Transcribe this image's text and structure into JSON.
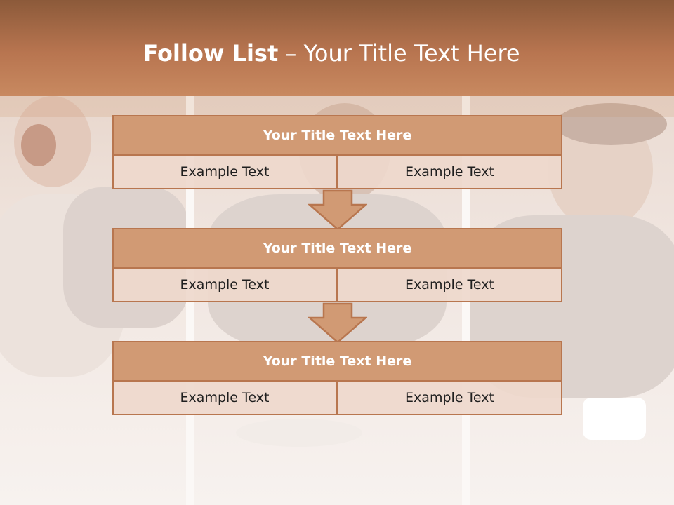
{
  "slide": {
    "title_bold": "Follow List",
    "title_rest": " – Your Title Text Here"
  },
  "rows": [
    {
      "title": "Your Title Text Here",
      "left": "Example Text",
      "right": "Example Text"
    },
    {
      "title": "Your Title Text Here",
      "left": "Example Text",
      "right": "Example Text"
    },
    {
      "title": "Your Title Text Here",
      "left": "Example Text",
      "right": "Example Text"
    }
  ],
  "colors": {
    "header": "#b87550",
    "title_bar": "#d19a74",
    "border": "#b8764f",
    "cell": "#eed8cc"
  }
}
